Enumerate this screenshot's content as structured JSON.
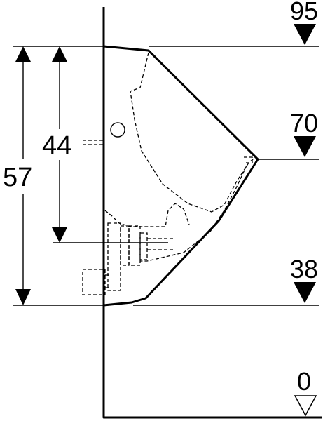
{
  "dimensions": {
    "outer": "57",
    "inner": "44"
  },
  "levels": [
    {
      "label": "95",
      "icon": "filled-triangle-icon"
    },
    {
      "label": "70",
      "icon": "filled-triangle-icon"
    },
    {
      "label": "38",
      "icon": "filled-triangle-icon"
    },
    {
      "label": "0",
      "icon": "hollow-triangle-icon"
    }
  ]
}
